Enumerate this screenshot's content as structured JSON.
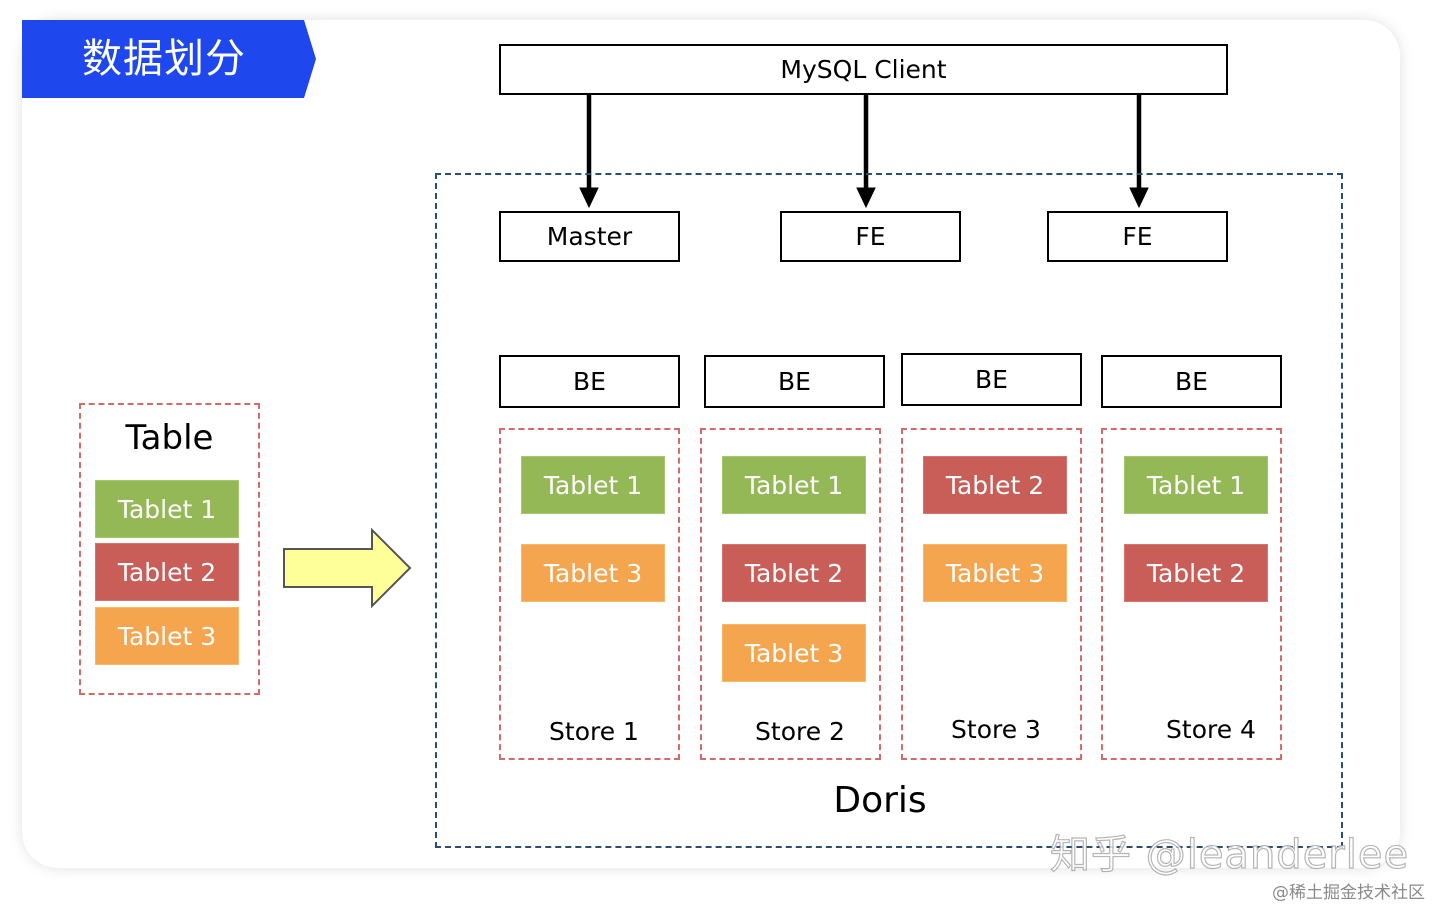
{
  "title": "数据划分",
  "table": {
    "label": "Table",
    "tablets": [
      {
        "label": "Tablet 1",
        "color": "green"
      },
      {
        "label": "Tablet 2",
        "color": "red"
      },
      {
        "label": "Tablet 3",
        "color": "orange"
      }
    ]
  },
  "client": {
    "label": "MySQL Client"
  },
  "frontends": [
    {
      "label": "Master"
    },
    {
      "label": "FE"
    },
    {
      "label": "FE"
    }
  ],
  "backends": [
    {
      "be_label": "BE",
      "store_label": "Store 1",
      "tablets": [
        "Tablet 1",
        "Tablet 3"
      ]
    },
    {
      "be_label": "BE",
      "store_label": "Store 2",
      "tablets": [
        "Tablet 2",
        "Tablet 1",
        "Tablet 3"
      ]
    },
    {
      "be_label": "BE",
      "store_label": "Store 3",
      "tablets": [
        "Tablet 2",
        "Tablet 3"
      ]
    },
    {
      "be_label": "BE",
      "store_label": "Store 4",
      "tablets": [
        "Tablet 1",
        "Tablet 2"
      ]
    }
  ],
  "cluster_label": "Doris",
  "watermark": "知乎 @leanderlee",
  "watermark_site": "@稀土掘金技术社区",
  "colors": {
    "banner": "#1e47ee",
    "green": "#94b856",
    "red": "#c95e59",
    "orange": "#f5a54d",
    "arrow_fill": "#ffff99"
  }
}
